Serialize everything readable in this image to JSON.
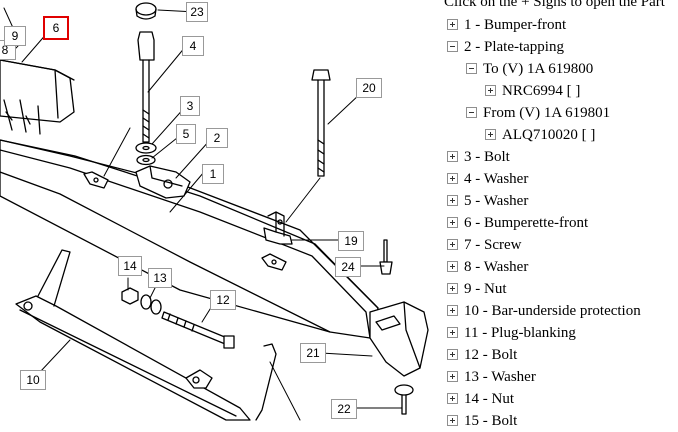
{
  "header": {
    "instruction": "Click on the + Signs to open the Part"
  },
  "tree": [
    {
      "label": "1 - Bumper-front",
      "toggle": "plus",
      "level": 0
    },
    {
      "label": "2 - Plate-tapping",
      "toggle": "minus",
      "level": 0
    },
    {
      "label": "To (V) 1A 619800",
      "toggle": "minus",
      "level": 1
    },
    {
      "label": "NRC6994 [ ]",
      "toggle": "plus",
      "level": 2
    },
    {
      "label": "From (V) 1A 619801",
      "toggle": "minus",
      "level": 1
    },
    {
      "label": "ALQ710020 [ ]",
      "toggle": "plus",
      "level": 2
    },
    {
      "label": "3 - Bolt",
      "toggle": "plus",
      "level": 0
    },
    {
      "label": "4 - Washer",
      "toggle": "plus",
      "level": 0
    },
    {
      "label": "5 - Washer",
      "toggle": "plus",
      "level": 0
    },
    {
      "label": "6 - Bumperette-front",
      "toggle": "plus",
      "level": 0
    },
    {
      "label": "7 - Screw",
      "toggle": "plus",
      "level": 0
    },
    {
      "label": "8 - Washer",
      "toggle": "plus",
      "level": 0
    },
    {
      "label": "9 - Nut",
      "toggle": "plus",
      "level": 0
    },
    {
      "label": "10 - Bar-underside protection",
      "toggle": "plus",
      "level": 0
    },
    {
      "label": "11 - Plug-blanking",
      "toggle": "plus",
      "level": 0
    },
    {
      "label": "12 - Bolt",
      "toggle": "plus",
      "level": 0
    },
    {
      "label": "13 - Washer",
      "toggle": "plus",
      "level": 0
    },
    {
      "label": "14 - Nut",
      "toggle": "plus",
      "level": 0
    },
    {
      "label": "15 - Bolt",
      "toggle": "plus",
      "level": 0
    }
  ],
  "diagram": {
    "callouts": [
      "1",
      "2",
      "3",
      "4",
      "5",
      "6",
      "8",
      "9",
      "10",
      "12",
      "13",
      "14",
      "19",
      "20",
      "21",
      "22",
      "23",
      "24"
    ],
    "highlighted_callout": "6",
    "highlight_color": "#e00000"
  }
}
